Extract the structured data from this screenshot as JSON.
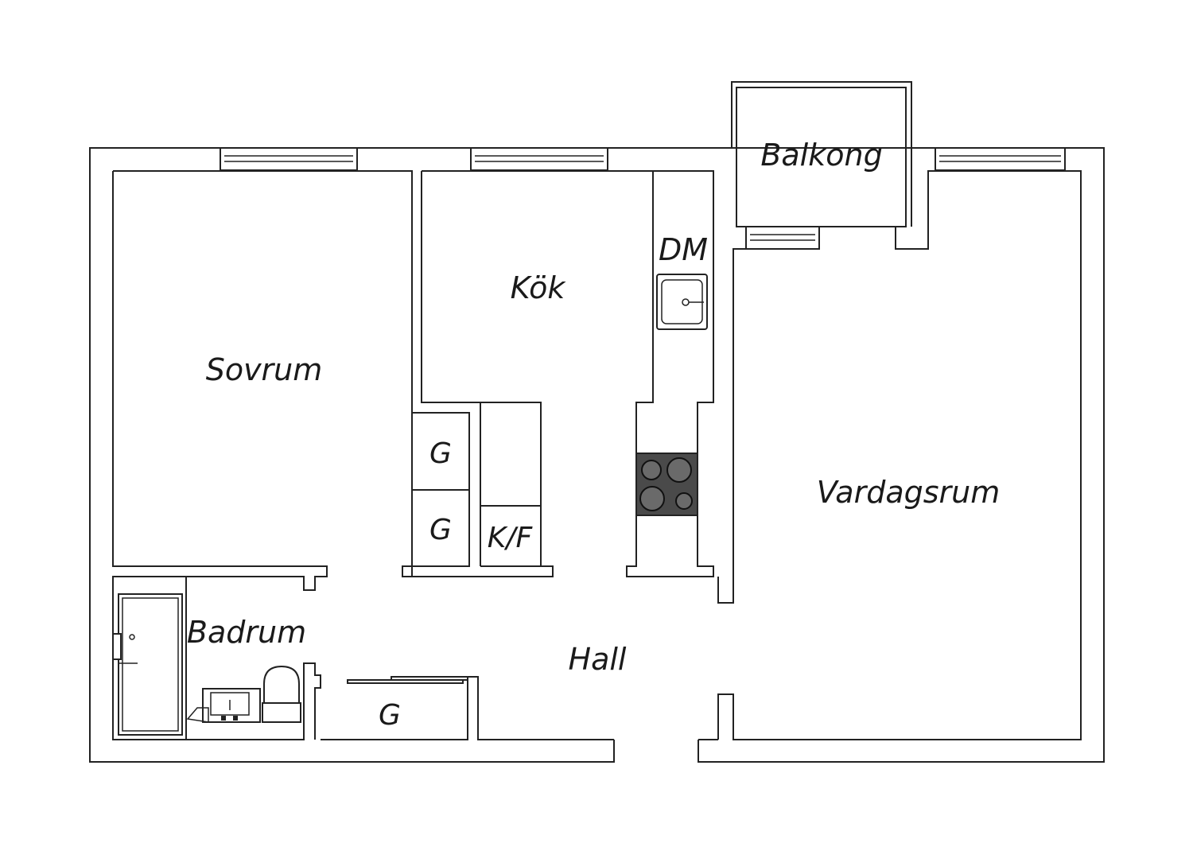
{
  "rooms": {
    "sovrum": "Sovrum",
    "kok": "Kök",
    "dm": "DM",
    "balkong": "Balkong",
    "vardagsrum": "Vardagsrum",
    "badrum": "Badrum",
    "hall": "Hall",
    "g1": "G",
    "g2": "G",
    "g3": "G",
    "kf": "K/F"
  },
  "colors": {
    "line": "#222222",
    "stove": "#4a4a4a",
    "background": "#ffffff"
  },
  "icons": [
    "window-icon",
    "sink-icon",
    "stove-icon",
    "toilet-icon",
    "washbasin-icon",
    "entrance-door-icon",
    "sliding-door-icon"
  ]
}
